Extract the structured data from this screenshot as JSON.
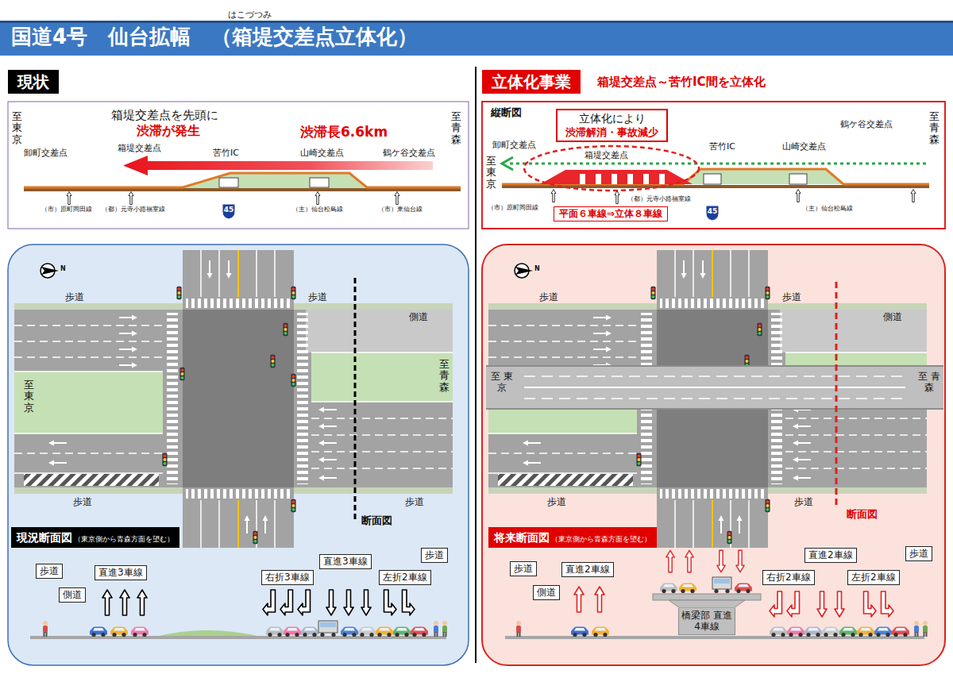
{
  "diagram": {
    "title": "国道4号　仙台拡幅　（箱堤交差点立体化）",
    "nodes": [
      {
        "text": [
          "現状"
        ]
      },
      {
        "text": [
          "立体化事業"
        ]
      },
      {
        "text": [
          "立体化により",
          "渋滞解消・事故減少"
        ]
      },
      {
        "text": [
          "平面６車線⇒立体８車線"
        ]
      },
      {
        "text": [
          "現況断面図",
          "（東京側から青森方面を望む）"
        ]
      },
      {
        "text": [
          "歩道"
        ]
      },
      {
        "text": [
          "側道"
        ]
      },
      {
        "text": [
          "直進3車線"
        ]
      },
      {
        "text": [
          "右折3車線"
        ]
      },
      {
        "text": [
          "直進3車線"
        ]
      },
      {
        "text": [
          "左折2車線"
        ]
      },
      {
        "text": [
          "歩道"
        ]
      },
      {
        "text": [
          "将来断面図",
          "（東京側から青森方面を望む）"
        ]
      },
      {
        "text": [
          "歩道"
        ]
      },
      {
        "text": [
          "側道"
        ]
      },
      {
        "text": [
          "直進2車線"
        ]
      },
      {
        "text": [
          "橋梁部 直進4車線"
        ]
      },
      {
        "text": [
          "右折2車線"
        ]
      },
      {
        "text": [
          "直進2車線"
        ]
      },
      {
        "text": [
          "左折2車線"
        ]
      },
      {
        "text": [
          "歩道"
        ]
      }
    ],
    "labels": [
      "はこづつみ",
      "箱堤交差点～苦竹IC間を立体化",
      "至東京",
      "至青森",
      "箱堤交差点を先頭に",
      "渋滞が発生",
      "渋滞長6.6km",
      "卸町交差点",
      "箱堤交差点",
      "苦竹IC",
      "山崎交差点",
      "鶴ケ谷交差点",
      "（市）原町岡田線",
      "（都）元寺小路福室線",
      "45",
      "（主）仙台松島線",
      "（市）東仙台線",
      "縦断図",
      "至東京",
      "至青森",
      "卸町交差点",
      "箱堤交差点",
      "苦竹IC",
      "山崎交差点",
      "鶴ケ谷交差点",
      "（市）原町岡田線",
      "（都）元寺小路福室線",
      "45",
      "（主）仙台松島線",
      "歩道",
      "歩道",
      "側道",
      "至東京",
      "至青森",
      "歩道",
      "歩道",
      "断面図",
      "歩道",
      "歩道",
      "側道",
      "至 東京",
      "至 青森",
      "歩道",
      "歩道",
      "断面図",
      "N",
      "N"
    ]
  }
}
